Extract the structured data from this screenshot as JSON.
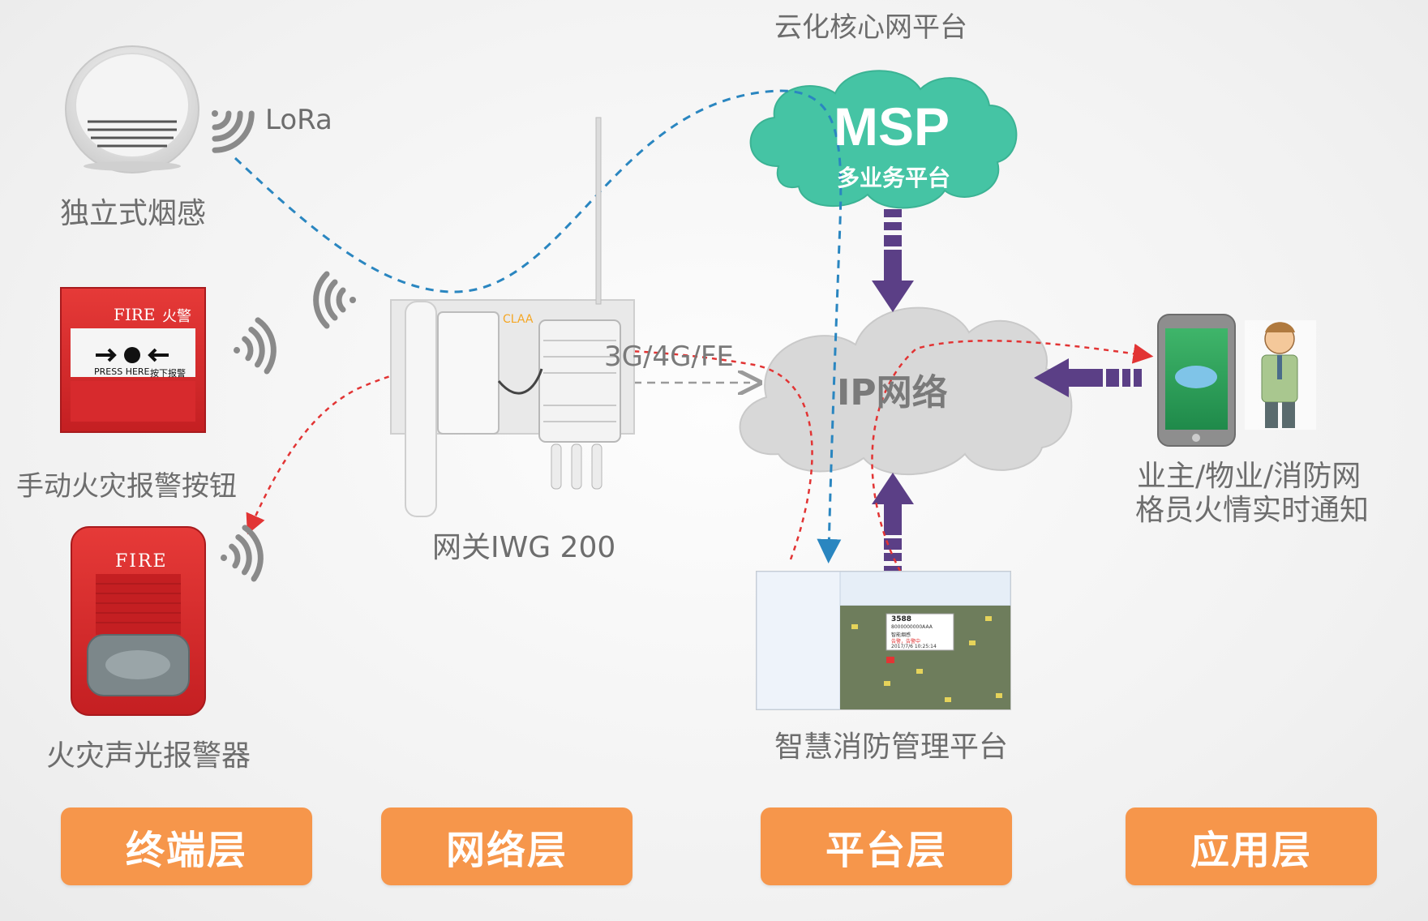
{
  "cloud_core_title": "云化核心网平台",
  "msp": {
    "title": "MSP",
    "subtitle": "多业务平台"
  },
  "ip_network": "IP网络",
  "lora_label": "LoRa",
  "link_label": "3G/4G/FE",
  "devices": {
    "smoke_detector": "独立式烟感",
    "manual_alarm_button": "手动火灾报警按钮",
    "sound_light_alarm": "火灾声光报警器",
    "fire_label": "FIRE",
    "fire_cn": "火警",
    "press_here": "PRESS HERE",
    "press_cn": "按下报警"
  },
  "gateway": {
    "label": "网关IWG 200",
    "brand": "CLAA"
  },
  "platform": {
    "label": "智慧消防管理平台",
    "popup_id": "3588",
    "popup_line1": "8000000000AAA",
    "popup_line2": "智能烟感",
    "popup_line3": "告警，告警中",
    "popup_time": "2017/7/6 10:25:14"
  },
  "notification": {
    "line1": "业主/物业/消防网",
    "line2": "格员火情实时通知"
  },
  "layers": [
    "终端层",
    "网络层",
    "平台层",
    "应用层"
  ],
  "colors": {
    "layer_orange": "#f6964b",
    "msp_green": "#45c4a4",
    "ip_cloud_gray": "#d6d6d6",
    "arrow_purple": "#5b3f86",
    "blue_dashed": "#2a86c0",
    "red_dotted": "#e23434",
    "device_red": "#e0252a"
  }
}
